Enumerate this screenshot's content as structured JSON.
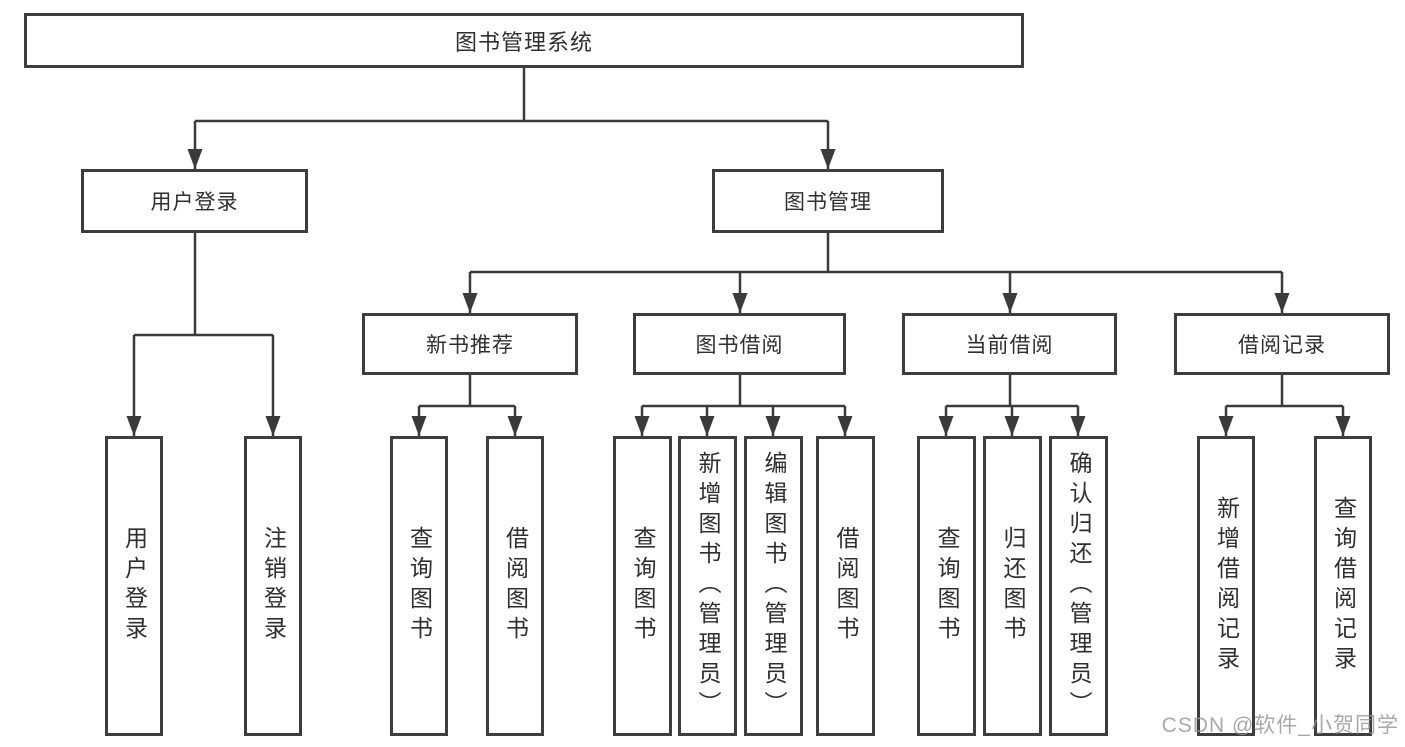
{
  "root": {
    "label": "图书管理系统",
    "children": [
      {
        "label": "用户登录",
        "children": [
          {
            "label": "用户登录"
          },
          {
            "label": "注销登录"
          }
        ]
      },
      {
        "label": "图书管理",
        "children": [
          {
            "label": "新书推荐",
            "children": [
              {
                "label": "查询图书"
              },
              {
                "label": "借阅图书"
              }
            ]
          },
          {
            "label": "图书借阅",
            "children": [
              {
                "label": "查询图书"
              },
              {
                "label": "新增图书（管理员）"
              },
              {
                "label": "编辑图书（管理员）"
              },
              {
                "label": "借阅图书"
              }
            ]
          },
          {
            "label": "当前借阅",
            "children": [
              {
                "label": "查询图书"
              },
              {
                "label": "归还图书"
              },
              {
                "label": "确认归还（管理员）"
              }
            ]
          },
          {
            "label": "借阅记录",
            "children": [
              {
                "label": "新增借阅记录"
              },
              {
                "label": "查询借阅记录"
              }
            ]
          }
        ]
      }
    ]
  },
  "watermark": "CSDN @软件_小贺同学",
  "colors": {
    "line": "#3a3a3a",
    "border": "#3d3d3d",
    "text": "#2f2f2f",
    "watermark": "#919499"
  }
}
